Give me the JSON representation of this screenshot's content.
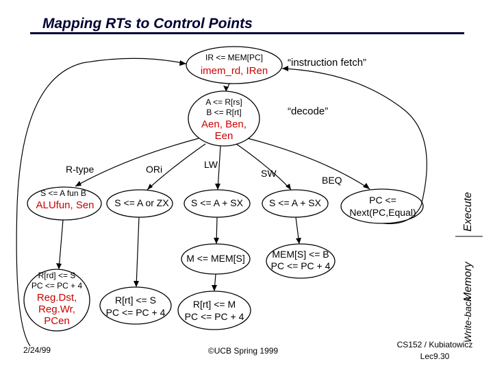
{
  "title": "Mapping RTs to Control Points",
  "fetch": {
    "rt": "IR <= MEM[PC]",
    "ctrl": "imem_rd, IRen",
    "label": "“instruction fetch”"
  },
  "decode": {
    "rt1": "A <= R[rs]",
    "rt2": "B <= R[rt]",
    "ctrl1": "Aen, Ben,",
    "ctrl2": "Een",
    "label": "“decode”"
  },
  "branches": {
    "rtype": "R-type",
    "ori": "ORi",
    "lw": "LW",
    "sw": "SW",
    "beq": "BEQ"
  },
  "execute": {
    "rtype_rt": "S <= A fun B",
    "rtype_ctrl": "ALUfun, Sen",
    "ori_rt": "S <= A or ZX",
    "lw_rt": "S <= A + SX",
    "sw_rt": "S <= A + SX",
    "beq_rt1": "PC <=",
    "beq_rt2": "Next(PC,Equal)"
  },
  "memory": {
    "lw_rt": "M <= MEM[S]",
    "sw_rt1": "MEM[S] <= B",
    "sw_rt2": "PC <= PC + 4"
  },
  "writeback": {
    "rtype_rt1": "R[rd] <= S",
    "rtype_rt2": "PC <= PC + 4",
    "rtype_ctrl1": "Reg.Dst,",
    "rtype_ctrl2": "Reg.Wr,",
    "rtype_ctrl3": "PCen",
    "ori_rt1": "R[rt] <= S",
    "ori_rt2": "PC <= PC + 4",
    "lw_rt1": "R[rt] <= M",
    "lw_rt2": "PC <= PC + 4"
  },
  "stages": {
    "execute": "Execute",
    "memory": "Memory",
    "writeback": "Write-back"
  },
  "footer": {
    "date": "2/24/99",
    "copyright": "©UCB Spring 1999",
    "course": "CS152 / Kubiatowicz",
    "lecture": "Lec9.30"
  }
}
